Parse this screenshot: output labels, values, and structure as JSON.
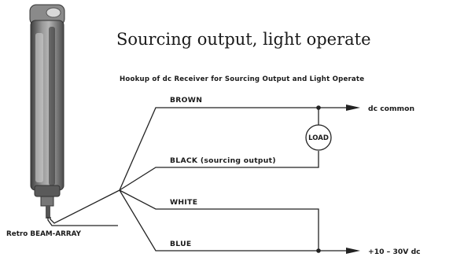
{
  "title": "Sourcing output, light operate",
  "subtitle": "Hookup of dc Receiver for Sourcing Output and Light Operate",
  "wires": {
    "brown": "BROWN",
    "black": "BLACK (sourcing output)",
    "white": "WHITE",
    "blue": "BLUE"
  },
  "load_label": "LOAD",
  "terminals": {
    "common": "dc common",
    "supply": "+10 – 30V dc"
  },
  "device_label": "Retro BEAM-ARRAY",
  "colors": {
    "ink": "#222222",
    "background": "#ffffff",
    "device_body": "#6f6f6f"
  }
}
